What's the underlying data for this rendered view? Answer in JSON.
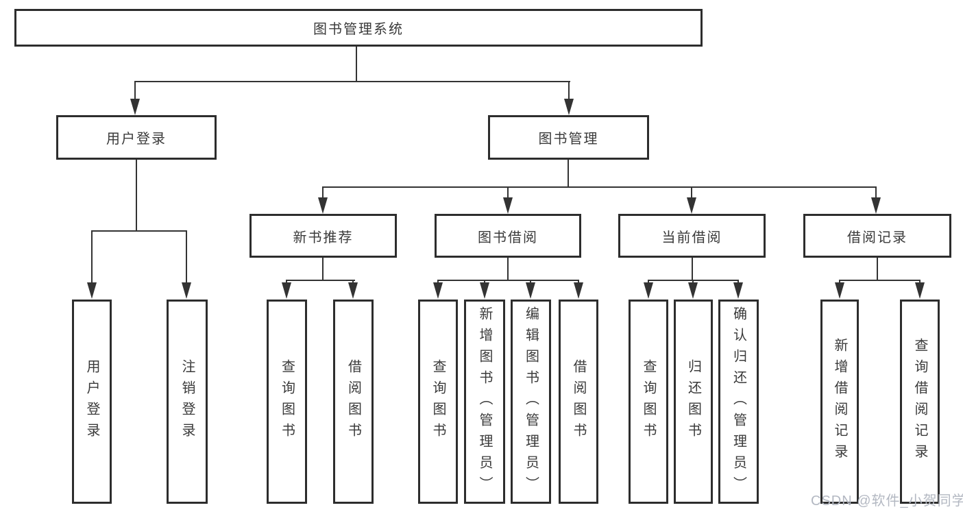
{
  "title": "图书管理系统",
  "watermark": {
    "text": "CSDN @软件_小贺同学"
  },
  "colors": {
    "line": "#333333",
    "box_border": "#2d2d2d",
    "box_background": "#ffffff",
    "text": "#3a3a3a",
    "watermark_text": "#b3b8c2",
    "page_background": "#ffffff"
  },
  "tree": {
    "root": {
      "label": "图书管理系统"
    },
    "branches": [
      {
        "label": "用户登录",
        "children": [
          {
            "label": "用户登录"
          },
          {
            "label": "注销登录"
          }
        ]
      },
      {
        "label": "图书管理",
        "children": [
          {
            "label": "新书推荐",
            "children": [
              {
                "label": "查询图书"
              },
              {
                "label": "借阅图书"
              }
            ]
          },
          {
            "label": "图书借阅",
            "children": [
              {
                "label": "查询图书"
              },
              {
                "label": "新增图书（管理员）"
              },
              {
                "label": "编辑图书（管理员）"
              },
              {
                "label": "借阅图书"
              }
            ]
          },
          {
            "label": "当前借阅",
            "children": [
              {
                "label": "查询图书"
              },
              {
                "label": "归还图书"
              },
              {
                "label": "确认归还（管理员）"
              }
            ]
          },
          {
            "label": "借阅记录",
            "children": [
              {
                "label": "新增借阅记录"
              },
              {
                "label": "查询借阅记录"
              }
            ]
          }
        ]
      }
    ]
  }
}
